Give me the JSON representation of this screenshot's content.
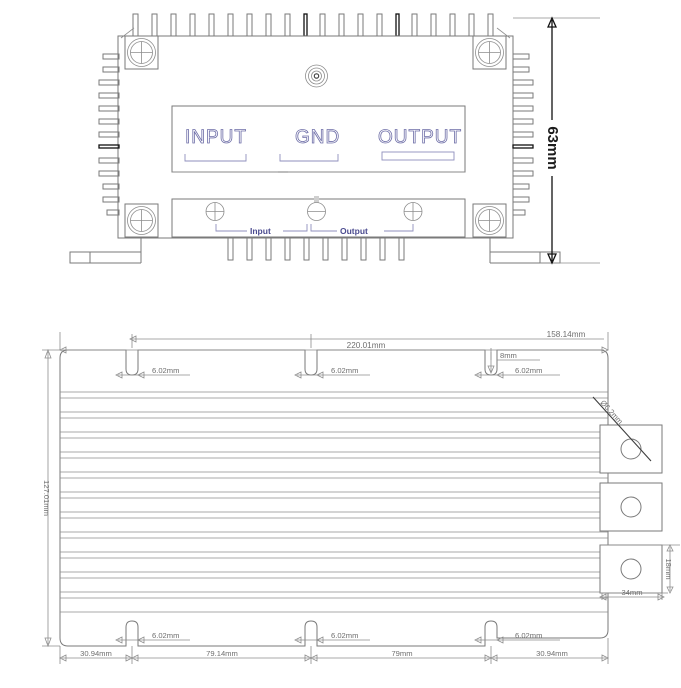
{
  "document": {
    "type": "mechanical-dimension-drawing",
    "subject": "Aluminium heat-sink DC converter enclosure",
    "background_color": "#ffffff",
    "line_color": "#7a7a7a",
    "label_color": "#6f6f6f",
    "port_label_color": "#8f8fbd",
    "terminal_label_color": "#4b4b8f"
  },
  "views": {
    "front": {
      "name": "front-view",
      "height_dimension": "63mm",
      "port_labels": [
        {
          "name": "input-port-label",
          "text": "INPUT"
        },
        {
          "name": "gnd-port-label",
          "text": "GND"
        },
        {
          "name": "output-port-label",
          "text": "OUTPUT"
        }
      ],
      "terminal_labels": [
        {
          "name": "input-terminal-label",
          "text": "Input"
        },
        {
          "name": "output-terminal-label",
          "text": "Output"
        }
      ],
      "screws": [
        {
          "name": "screw-top-left"
        },
        {
          "name": "screw-top-right"
        },
        {
          "name": "screw-bottom-left"
        },
        {
          "name": "screw-bottom-right"
        },
        {
          "name": "screw-center-top"
        }
      ],
      "terminal_posts": [
        {
          "name": "terminal-post-input"
        },
        {
          "name": "terminal-post-gnd"
        },
        {
          "name": "terminal-post-output"
        }
      ]
    },
    "top": {
      "name": "top-view",
      "overall_width": "220.01mm",
      "inner_width": "158.14mm",
      "overall_height": "127.01mm",
      "slot_depth": "8mm",
      "top_dimensions": [
        {
          "name": "dim-inner-width",
          "text": "158.14mm"
        },
        {
          "name": "dim-overall-width",
          "text": "220.01mm"
        },
        {
          "name": "dim-slot-depth",
          "text": "8mm"
        },
        {
          "name": "dim-slot-width-top-left",
          "text": "6.02mm"
        },
        {
          "name": "dim-slot-width-top-center",
          "text": "6.02mm"
        },
        {
          "name": "dim-slot-width-top-right",
          "text": "6.02mm"
        }
      ],
      "left_dimensions": [
        {
          "name": "dim-overall-height",
          "text": "127.01mm"
        }
      ],
      "bottom_dimensions": [
        {
          "name": "dim-slot-width-bottom-left",
          "text": "6.02mm"
        },
        {
          "name": "dim-slot-width-bottom-center",
          "text": "6.02mm"
        },
        {
          "name": "dim-slot-width-bottom-right",
          "text": "6.02mm"
        },
        {
          "name": "dim-edge-left",
          "text": "30.94mm"
        },
        {
          "name": "dim-span-left",
          "text": "79.14mm"
        },
        {
          "name": "dim-span-right",
          "text": "79mm"
        },
        {
          "name": "dim-edge-right",
          "text": "30.94mm"
        }
      ],
      "mounting_tabs": {
        "name": "mounting-tabs",
        "count": 3,
        "hole_diameter": "Ø6.2mm",
        "tab_height": "18mm",
        "tab_width": "34mm",
        "labels": [
          {
            "name": "dim-hole-diameter",
            "text": "Ø6.2mm"
          },
          {
            "name": "dim-tab-height",
            "text": "18mm"
          },
          {
            "name": "dim-tab-width",
            "text": "34mm"
          }
        ]
      }
    }
  }
}
